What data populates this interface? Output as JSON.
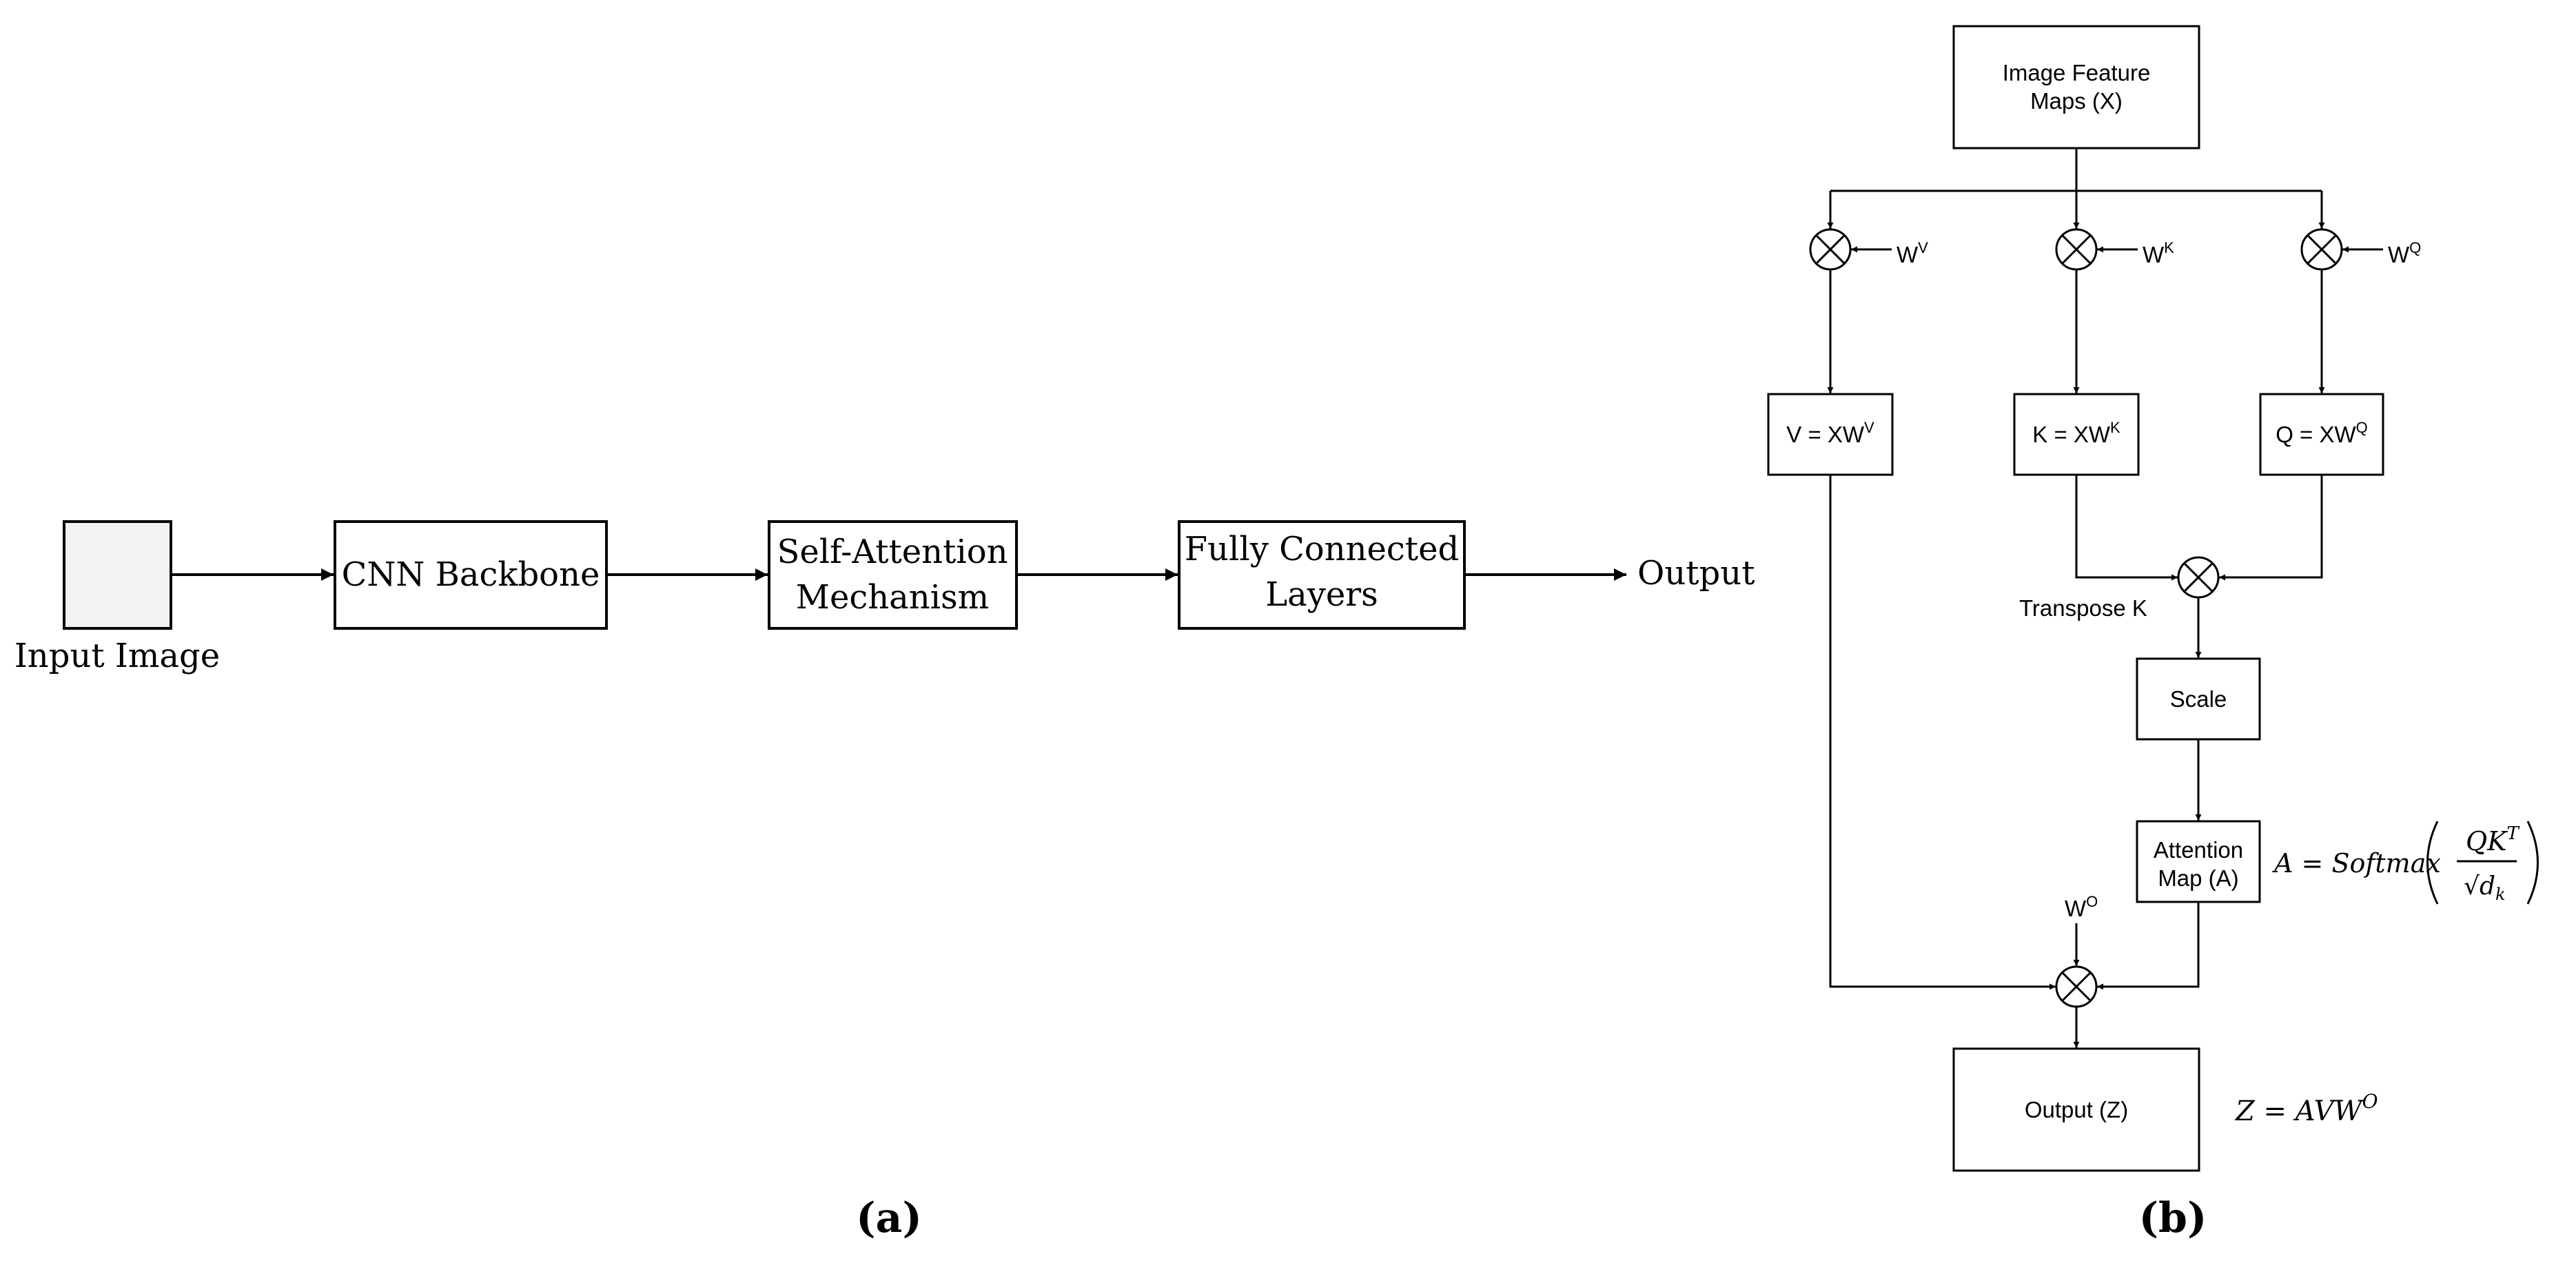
{
  "panel_a": {
    "input_label": "Input Image",
    "cnn": "CNN Backbone",
    "sa_line1": "Self-Attention",
    "sa_line2": "Mechanism",
    "fc_line1": "Fully Connected",
    "fc_line2": "Layers",
    "output": "Output",
    "caption": "(a)",
    "input_fill": "#f2f2f2"
  },
  "panel_b": {
    "input_line1": "Image Feature",
    "input_line2": "Maps (X)",
    "wv": "W",
    "wv_sup": "V",
    "wk": "W",
    "wk_sup": "K",
    "wq": "W",
    "wq_sup": "Q",
    "v_box": "V = XW",
    "v_sup": "V",
    "k_box": "K = XW",
    "k_sup": "K",
    "q_box": "Q = XW",
    "q_sup": "Q",
    "transpose": "Transpose K",
    "scale": "Scale",
    "attn_line1": "Attention",
    "attn_line2": "Map (A)",
    "wo": "W",
    "wo_sup": "O",
    "output": "Output (Z)",
    "eq_a": "A = Softmax",
    "eq_a_num": "QK",
    "eq_a_num_sup": "T",
    "eq_a_den": "√d",
    "eq_a_den_sub": "k",
    "eq_z": "Z = AVW",
    "eq_z_sup": "O",
    "caption": "(b)"
  }
}
